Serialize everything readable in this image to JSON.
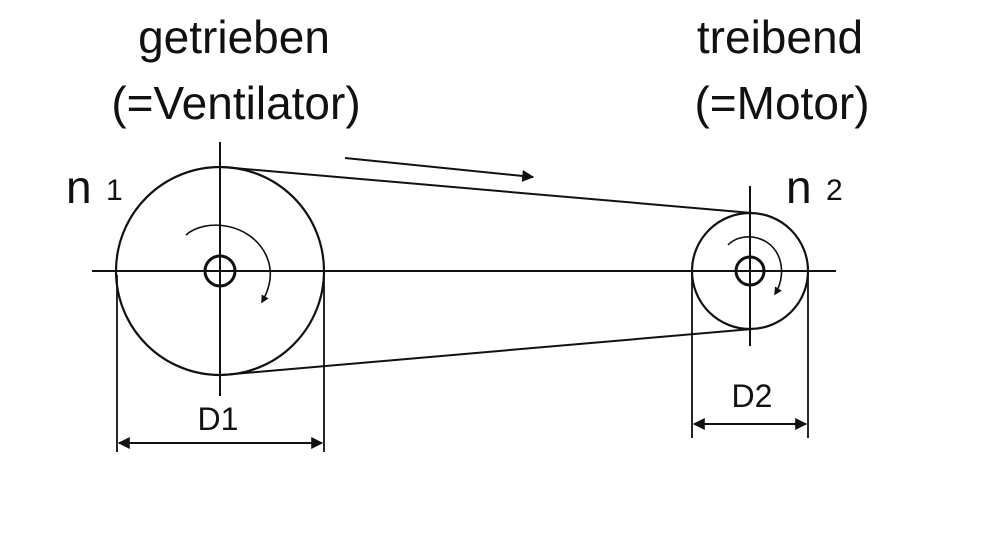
{
  "driven": {
    "title": "getrieben",
    "subtitle": "(=Ventilator)",
    "speed_symbol": "n",
    "speed_index": "1",
    "diameter_label": "D1"
  },
  "driving": {
    "title": "treibend",
    "subtitle": "(=Motor)",
    "speed_symbol": "n",
    "speed_index": "2",
    "diameter_label": "D2"
  },
  "colors": {
    "ink": "#111111",
    "background": "#ffffff"
  }
}
